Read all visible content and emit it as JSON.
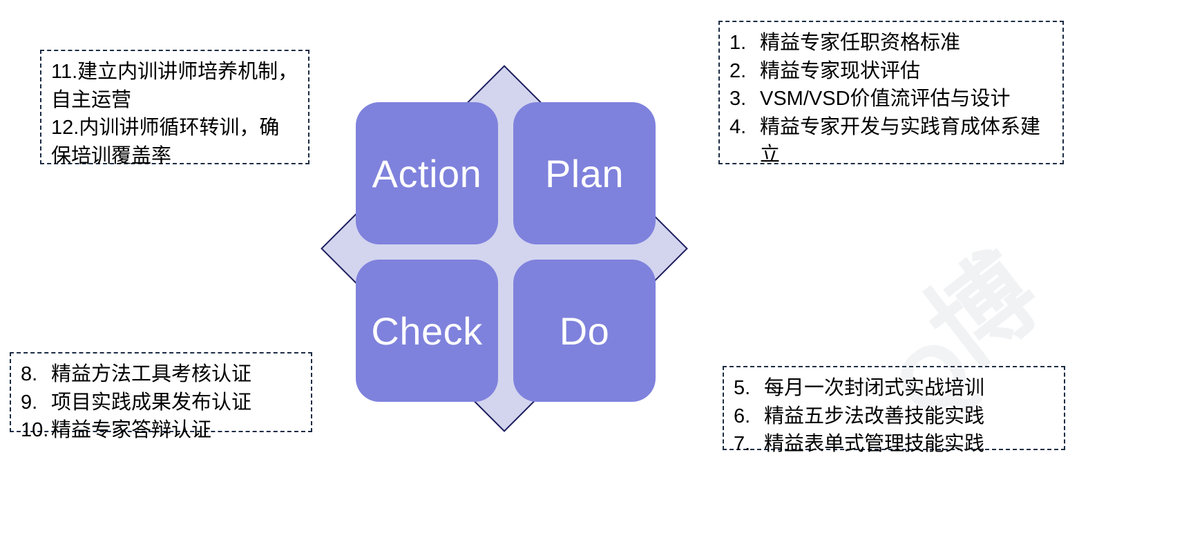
{
  "diagram": {
    "type": "pdca-cycle",
    "colors": {
      "quadrant_fill": "#7f82dc",
      "quadrant_text": "#ffffff",
      "diamond_fill": "#d3d5ef",
      "diamond_stroke": "#1f1f5c",
      "callout_border": "#1b2b43",
      "callout_text": "#000000",
      "background": "#ffffff"
    },
    "quadrants": [
      {
        "id": "action",
        "label": "Action"
      },
      {
        "id": "plan",
        "label": "Plan"
      },
      {
        "id": "check",
        "label": "Check"
      },
      {
        "id": "do",
        "label": "Do"
      }
    ]
  },
  "callouts": {
    "top_left": {
      "position": "top-left",
      "related_quadrant": "Action",
      "lines": [
        "11.建立内训讲师培养机制，",
        "自主运营",
        "12.内训讲师循环转训，确",
        "保培训覆盖率"
      ]
    },
    "top_right": {
      "position": "top-right",
      "related_quadrant": "Plan",
      "items": [
        {
          "num": "1.",
          "text": "精益专家任职资格标准"
        },
        {
          "num": "2.",
          "text": "精益专家现状评估"
        },
        {
          "num": "3.",
          "text": "VSM/VSD价值流评估与设计"
        },
        {
          "num": "4.",
          "text": "精益专家开发与实践育成体系建立"
        }
      ]
    },
    "bottom_left": {
      "position": "bottom-left",
      "related_quadrant": "Check",
      "items": [
        {
          "num": "8.",
          "text": "精益方法工具考核认证"
        },
        {
          "num": "9.",
          "text": "项目实践成果发布认证"
        },
        {
          "num": "10.",
          "text": "精益专家答辩认证"
        }
      ]
    },
    "bottom_right": {
      "position": "bottom-right",
      "related_quadrant": "Do",
      "items": [
        {
          "num": "5.",
          "text": "每月一次封闭式实战培训"
        },
        {
          "num": "6.",
          "text": "精益五步法改善技能实践"
        },
        {
          "num": "7.",
          "text": "精益表单式管理技能实践"
        }
      ]
    }
  },
  "watermark": {
    "text_a": "博",
    "text_b": "Q"
  }
}
